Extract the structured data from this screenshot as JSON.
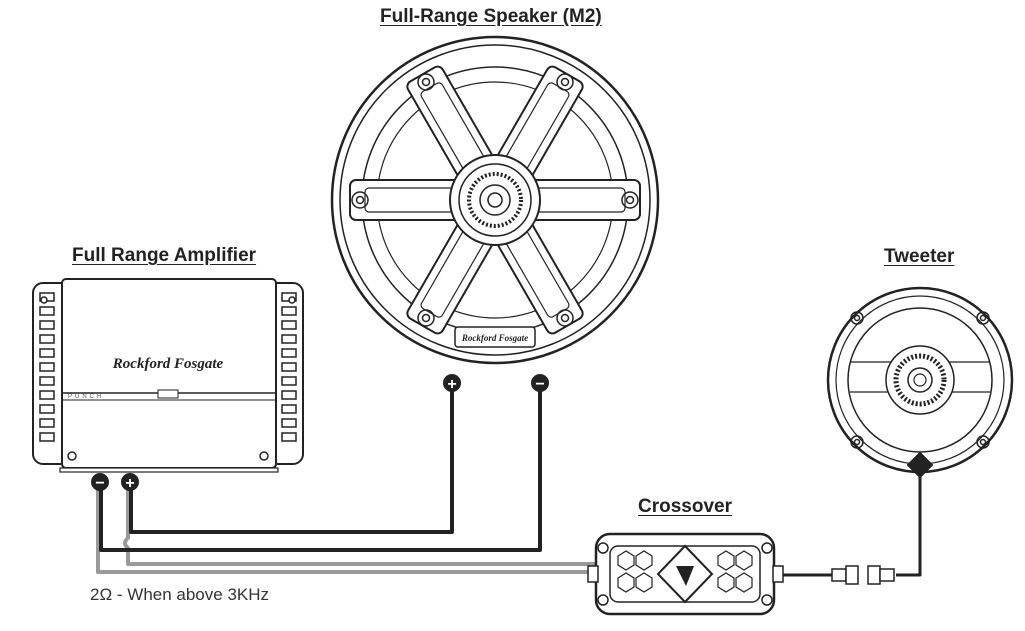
{
  "titles": {
    "speaker": "Full-Range Speaker (M2)",
    "amplifier": "Full Range Amplifier",
    "tweeter": "Tweeter",
    "crossover": "Crossover"
  },
  "amplifier": {
    "brand": "Rockford Fosgate",
    "model": "PUNCH"
  },
  "speaker": {
    "brand": "Rockford Fosgate"
  },
  "terminals": {
    "plus": "+",
    "minus": "−"
  },
  "note": "2Ω - When above 3KHz",
  "colors": {
    "wire": "#222222",
    "wire_gray": "#9a9a9a",
    "ink": "#222222"
  }
}
